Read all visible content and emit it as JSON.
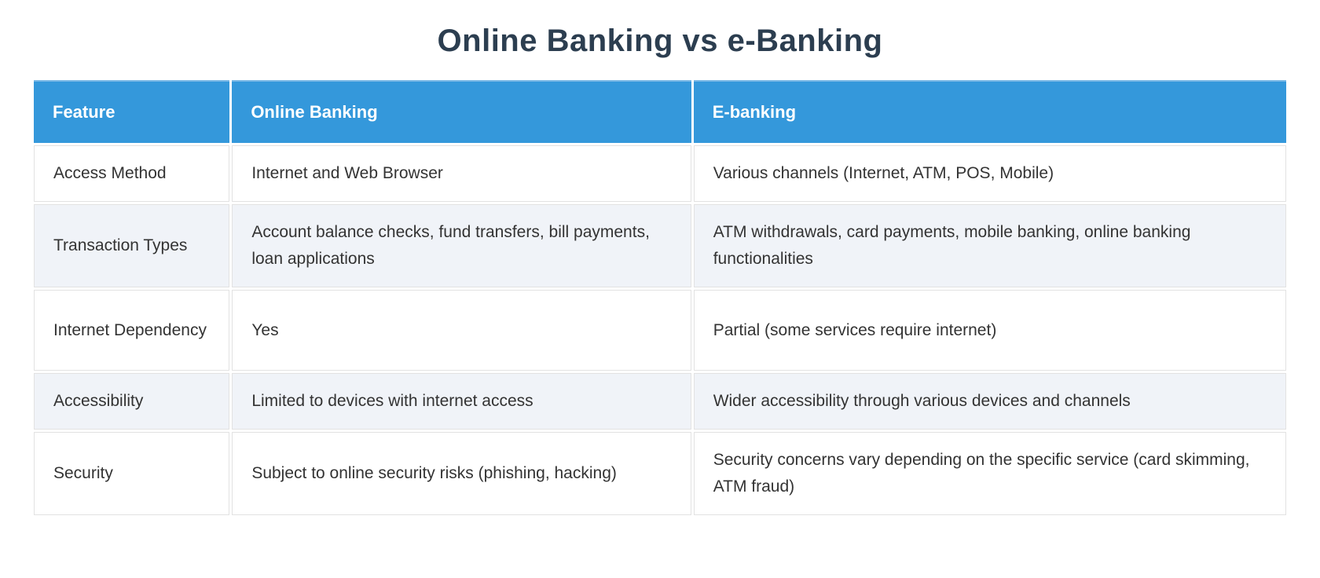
{
  "title": "Online Banking vs e-Banking",
  "colors": {
    "header_background": "#3498db",
    "header_text": "#ffffff",
    "title_text": "#2c3e50",
    "alternate_row_background": "#f0f3f8",
    "body_text": "#333333",
    "cell_border": "#e2e2e2"
  },
  "table": {
    "columns": [
      "Feature",
      "Online Banking",
      "E-banking"
    ],
    "rows": [
      {
        "feature": "Access Method",
        "online_banking": "Internet and Web Browser",
        "e_banking": "Various channels (Internet, ATM, POS, Mobile)"
      },
      {
        "feature": "Transaction Types",
        "online_banking": "Account balance checks, fund transfers, bill payments, loan applications",
        "e_banking": "ATM withdrawals, card payments, mobile banking, online banking functionalities"
      },
      {
        "feature": "Internet Dependency",
        "online_banking": "Yes",
        "e_banking": "Partial (some services require internet)"
      },
      {
        "feature": "Accessibility",
        "online_banking": "Limited to devices with internet access",
        "e_banking": "Wider accessibility through various devices and channels"
      },
      {
        "feature": "Security",
        "online_banking": "Subject to online security risks (phishing, hacking)",
        "e_banking": "Security concerns vary depending on the specific service (card skimming, ATM fraud)"
      }
    ]
  }
}
